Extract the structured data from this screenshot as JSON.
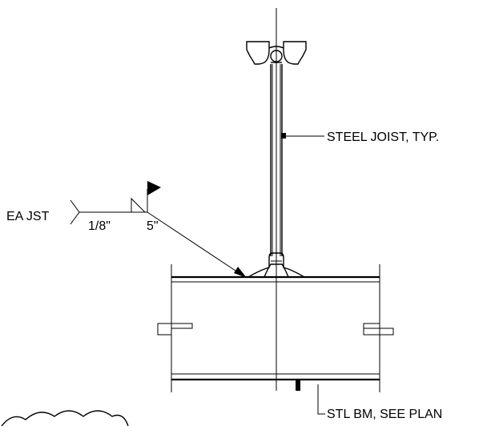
{
  "labels": {
    "joist": "STEEL JOIST, TYP.",
    "beam": "STL BM, SEE PLAN",
    "weld_note": "EA JST",
    "weld_size": "1/8\"",
    "weld_length": "5\""
  }
}
